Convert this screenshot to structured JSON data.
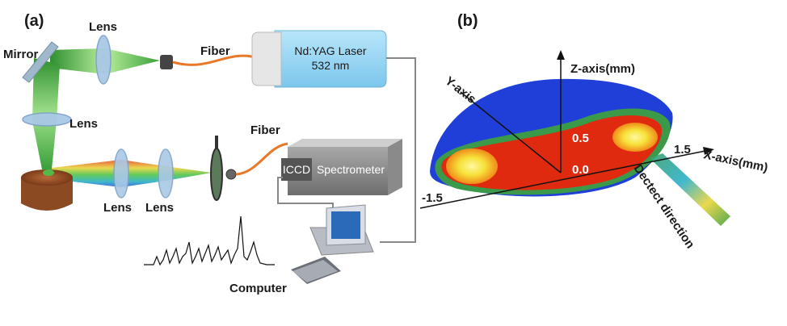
{
  "panel_a": {
    "tag": "(a)",
    "labels": {
      "lens_top": "Lens",
      "mirror": "Mirror",
      "lens_mid": "Lens",
      "fiber_top": "Fiber",
      "fiber_bottom": "Fiber",
      "lens_bottom_1": "Lens",
      "lens_bottom_2": "Lens",
      "computer": "Computer"
    },
    "laser": {
      "line1": "Nd:YAG Laser",
      "line2": "532 nm"
    },
    "detector": {
      "iccd": "ICCD",
      "spectrometer": "Spectrometer"
    },
    "colors": {
      "laser_body": "#8fd3f4",
      "beam": "#55b84a",
      "fiber": "#e8782a",
      "cable": "#888888"
    }
  },
  "panel_b": {
    "tag": "(b)",
    "axes": {
      "z": "Z-axis(mm)",
      "y": "Y-axis",
      "x": "X-axis(mm)",
      "ticks": {
        "x_pos": "1.5",
        "x_neg": "-1.5",
        "z_05": "0.5",
        "z_00": "0.0"
      }
    },
    "detect_label": "Dectect direction",
    "colors": {
      "outer": "#1f3fd8",
      "mid": "#3a9a4a",
      "core": "#e02a10",
      "hot": "#f7ea3a"
    }
  }
}
